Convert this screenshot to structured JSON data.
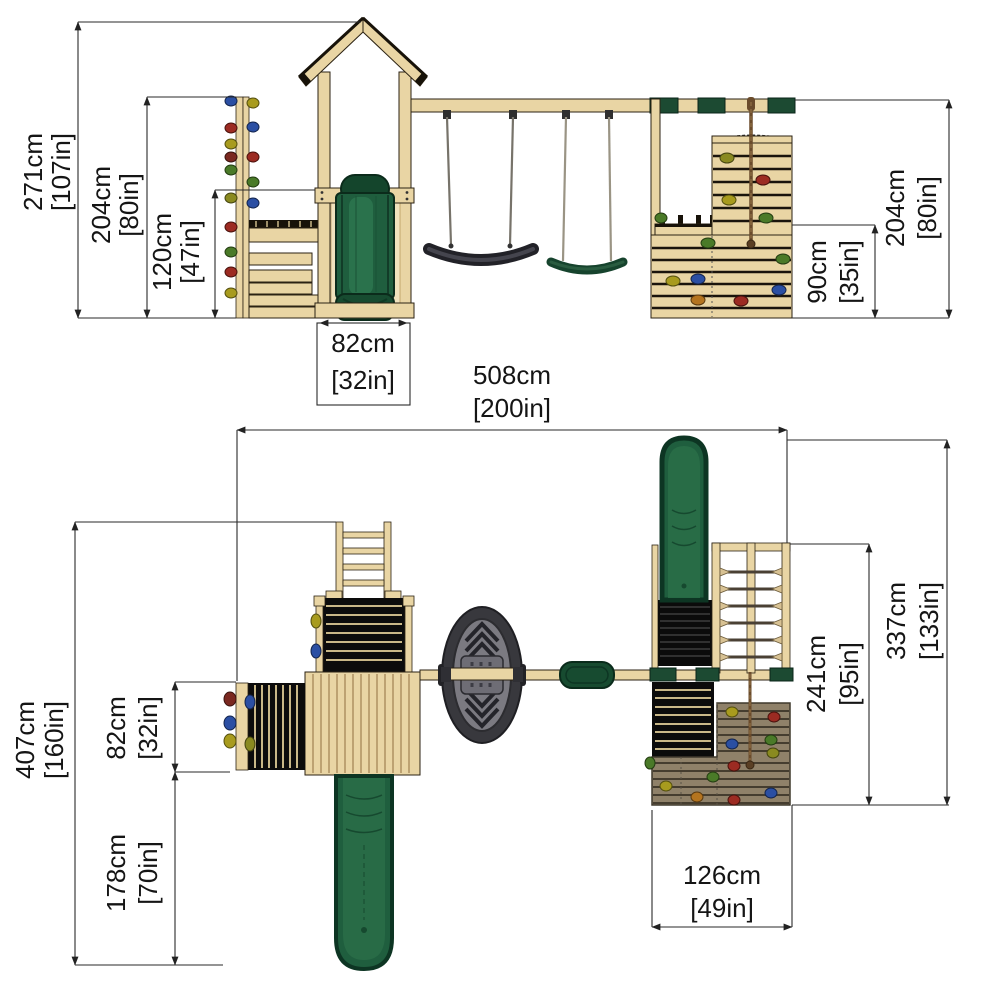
{
  "diagram": {
    "kind": "climbing-frame-dimension-diagram",
    "views": [
      "front-elevation",
      "top-plan"
    ]
  },
  "dims": {
    "e_total": {
      "cm": "271cm",
      "in": "[107in]"
    },
    "e_wall": {
      "cm": "204cm",
      "in": "[80in]"
    },
    "e_platform": {
      "cm": "120cm",
      "in": "[47in]"
    },
    "e_slide": {
      "cm": "82cm",
      "in": "[32in]"
    },
    "e_step": {
      "cm": "90cm",
      "in": "[35in]"
    },
    "e_right": {
      "cm": "204cm",
      "in": "[80in]"
    },
    "p_width": {
      "cm": "508cm",
      "in": "[200in]"
    },
    "p_depth": {
      "cm": "407cm",
      "in": "[160in]"
    },
    "p_wall": {
      "cm": "82cm",
      "in": "[32in]"
    },
    "p_slide": {
      "cm": "178cm",
      "in": "[70in]"
    },
    "p_inner": {
      "cm": "241cm",
      "in": "[95in]"
    },
    "p_outer": {
      "cm": "337cm",
      "in": "[133in]"
    },
    "p_rightw": {
      "cm": "126cm",
      "in": "[49in]"
    }
  },
  "colors": {
    "wood": "#e9d5a4",
    "wood_outline": "#2b2213",
    "slide_green": "#1f5e3e",
    "slide_green_dark": "#0d3523",
    "slide_green_light": "#2a6e48",
    "beam_green": "#1c4a32",
    "plan_wall": "#8f8169",
    "black_wood": "#0c0c0c",
    "nest_outer": "#38383d",
    "nest_inner": "#7b7a81",
    "rope": "#7a5a35",
    "dim_line": "#2a2a2a",
    "hold_red": "#9c2b22",
    "hold_blue": "#2b4fa3",
    "hold_yellow": "#a89b1e",
    "hold_green": "#4a7a28",
    "hold_orange": "#b4741f"
  }
}
